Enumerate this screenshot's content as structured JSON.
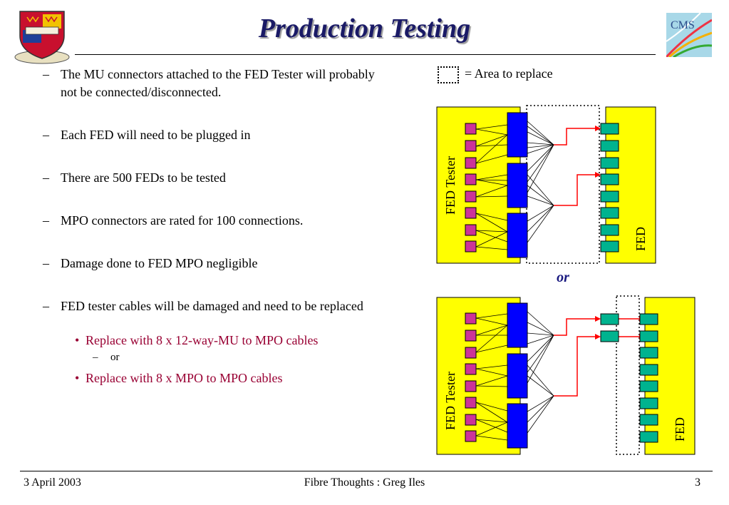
{
  "slide": {
    "title": "Production Testing",
    "bullets": [
      "The MU connectors attached to the FED Tester will probably not be connected/disconnected.",
      "Each FED will need to be plugged in",
      "There are 500 FEDs to be tested",
      "MPO connectors are rated for 100 connections.",
      "Damage done to FED MPO negligible",
      "FED tester cables will be damaged and need to be replaced"
    ],
    "sub_options": [
      "Replace with 8 x 12-way-MU to MPO cables",
      "Replace with 8 x MPO to MPO cables"
    ],
    "sub_or": "or",
    "dash": "–",
    "dot": "•"
  },
  "legend": {
    "text": "= Area to replace"
  },
  "diagram": {
    "tester_label": "FED Tester",
    "fed_label": "FED",
    "or_label": "or"
  },
  "colors": {
    "tester_fill": "#ffff00",
    "blue_connector": "#0000ff",
    "magenta_connector": "#cc3399",
    "green_connector": "#00b38f",
    "red_link": "#ff0000",
    "title_color": "#1a1a66",
    "option_color": "#990033"
  },
  "footer": {
    "date": "3 April 2003",
    "center": "Fibre Thoughts : Greg Iles",
    "page": "3"
  }
}
